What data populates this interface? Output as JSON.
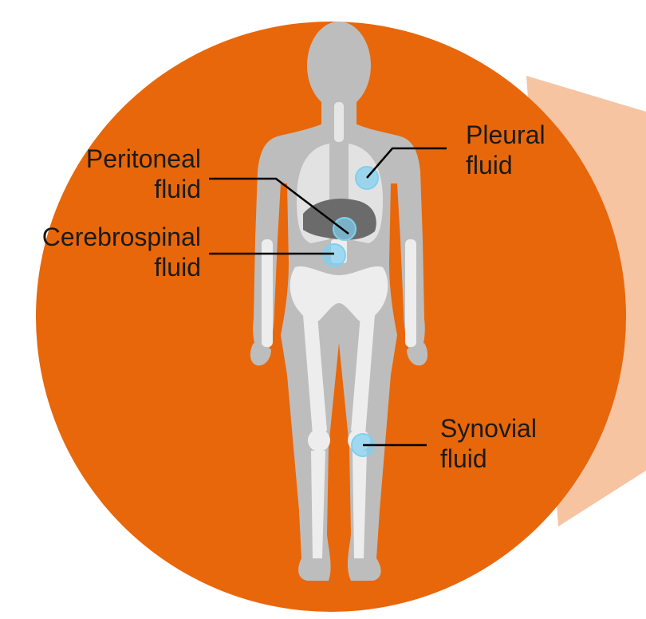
{
  "colors": {
    "circle": "#E8670A",
    "callout": "#F6C4A1",
    "body": "#BDBDBD",
    "bone": "#EDEDED",
    "organ": "#6B6B6B",
    "marker": "#7FD0F0",
    "line": "#000000"
  },
  "labels": {
    "peritoneal": {
      "line1": "Peritoneal",
      "line2": "fluid"
    },
    "cerebrospinal": {
      "line1": "Cerebrospinal",
      "line2": "fluid"
    },
    "pleural": {
      "line1": "Pleural",
      "line2": "fluid"
    },
    "synovial": {
      "line1": "Synovial",
      "line2": "fluid"
    }
  }
}
